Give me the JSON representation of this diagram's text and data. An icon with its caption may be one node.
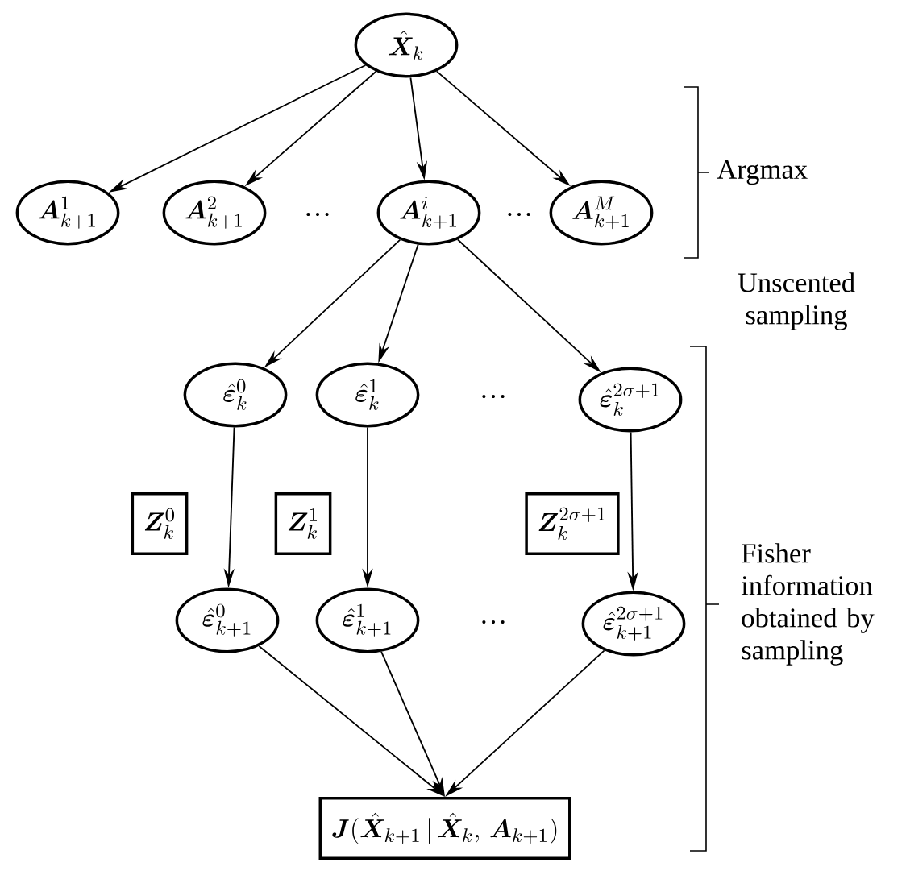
{
  "diagram": {
    "nodes": [
      {
        "text": [
          "\\hat{\\bm{X}}_k"
        ]
      },
      {
        "text": [
          "\\bm{A}_{k+1}^{1}"
        ]
      },
      {
        "text": [
          "\\bm{A}_{k+1}^{2}"
        ]
      },
      {
        "text": [
          "\\bm{A}_{k+1}^{i}"
        ]
      },
      {
        "text": [
          "\\bm{A}_{k+1}^{M}"
        ]
      },
      {
        "text": [
          "\\hat{\\bm{\\varepsilon}}_k^{0}"
        ]
      },
      {
        "text": [
          "\\hat{\\bm{\\varepsilon}}_k^{1}"
        ]
      },
      {
        "text": [
          "\\hat{\\bm{\\varepsilon}}_k^{2\\sigma+1}"
        ]
      },
      {
        "text": [
          "\\bm{Z}_k^{0}"
        ]
      },
      {
        "text": [
          "\\bm{Z}_k^{1}"
        ]
      },
      {
        "text": [
          "\\bm{Z}_k^{2\\sigma+1}"
        ]
      },
      {
        "text": [
          "\\hat{\\bm{\\varepsilon}}_{k+1}^{0}"
        ]
      },
      {
        "text": [
          "\\hat{\\bm{\\varepsilon}}_{k+1}^{1}"
        ]
      },
      {
        "text": [
          "\\hat{\\bm{\\varepsilon}}_{k+1}^{2\\sigma+1}"
        ]
      },
      {
        "text": [
          "\\bm{J}(\\hat{\\bm{X}}_{k+1}\\,|\\,\\hat{\\bm{X}}_k,\\,\\bm{A}_{k+1})"
        ]
      }
    ],
    "edges": [
      {
        "from": 0,
        "to": 1,
        "arrow": "to"
      },
      {
        "from": 0,
        "to": 2,
        "arrow": "to"
      },
      {
        "from": 0,
        "to": 3,
        "arrow": "to"
      },
      {
        "from": 0,
        "to": 4,
        "arrow": "to"
      },
      {
        "from": 3,
        "to": 5,
        "arrow": "to"
      },
      {
        "from": 3,
        "to": 6,
        "arrow": "to"
      },
      {
        "from": 3,
        "to": 7,
        "arrow": "to"
      },
      {
        "from": 5,
        "to": 11,
        "arrow": "to"
      },
      {
        "from": 6,
        "to": 12,
        "arrow": "to"
      },
      {
        "from": 7,
        "to": 13,
        "arrow": "to"
      },
      {
        "from": 11,
        "to": 14,
        "arrow": "to"
      },
      {
        "from": 12,
        "to": 14,
        "arrow": "to"
      },
      {
        "from": 13,
        "to": 14,
        "arrow": "to"
      }
    ],
    "labels": [
      "…",
      "…",
      "Argmax",
      "Unscented sampling",
      "…",
      "Fisher information obtained by sampling",
      "…"
    ]
  }
}
